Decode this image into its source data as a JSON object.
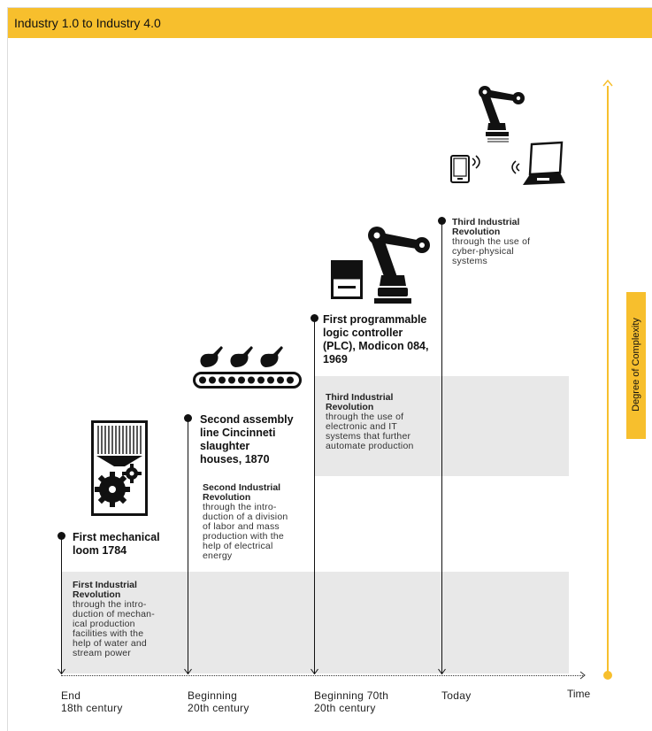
{
  "header": {
    "title": "Industry 1.0 to Industry 4.0"
  },
  "milestones": [
    {
      "label": "First mechanical\nloom 1784"
    },
    {
      "label": "Second assembly\nline Cincinneti\nslaughter\nhouses, 1870"
    },
    {
      "label": "First programmable\nlogic controller\n(PLC), Modicon 084,\n1969"
    }
  ],
  "revolutions": [
    {
      "title": "First Industrial\nRevolution",
      "desc": "through the intro-\nduction of mechan-\nical production\nfacilities with the\nhelp of water and\nstream power"
    },
    {
      "title": "Second Industrial\nRevolution",
      "desc": "through the intro-\nduction of a division\nof labor and mass\nproduction with the\nhelp of electrical\nenergy"
    },
    {
      "title": "Third Industrial\nRevolution",
      "desc": "through the use of\nelectronic and IT\nsystems that further\nautomate production"
    },
    {
      "title": "Third Industrial\nRevolution",
      "desc": "through the use of\ncyber-physical\nsystems"
    }
  ],
  "timeline": {
    "labels": [
      "End\n18th century",
      "Beginning\n20th century",
      "Beginning 70th\n20th century",
      "Today"
    ],
    "axis_label": "Time"
  },
  "complexity": {
    "label": "Degree of Complexity"
  },
  "colors": {
    "accent": "#f7bf2d",
    "band": "#e8e8e8",
    "ink": "#111111"
  },
  "icons": [
    "mechanical-loom-icon",
    "assembly-line-icon",
    "plc-controller-icon",
    "robot-arm-icon",
    "tablet-icon",
    "laptop-icon",
    "wireless-signal-icon"
  ]
}
